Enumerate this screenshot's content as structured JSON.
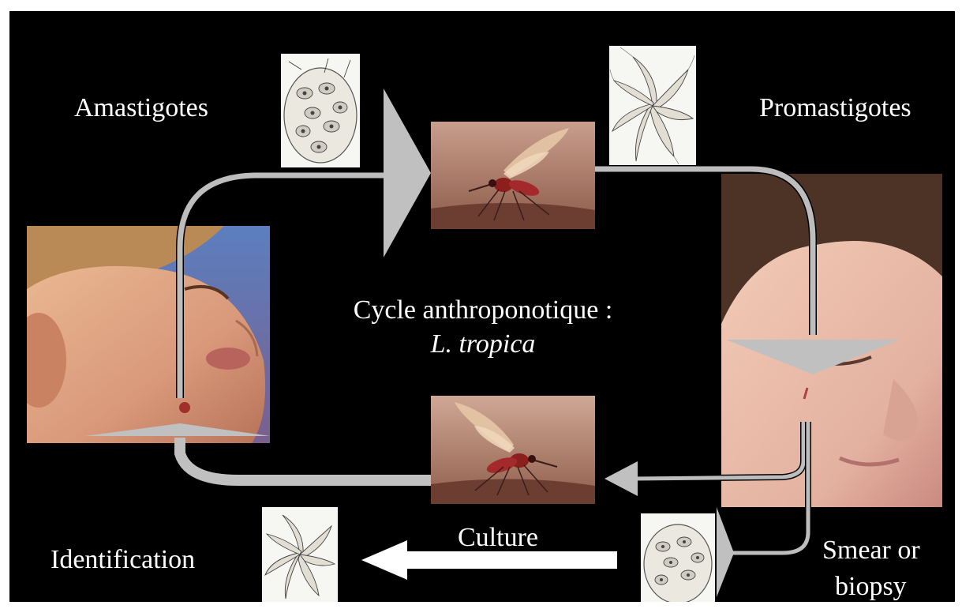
{
  "diagram": {
    "labels": {
      "amastigotes": "Amastigotes",
      "promastigotes": "Promastigotes",
      "identification": "Identification",
      "culture": "Culture",
      "smear_line1": "Smear or",
      "smear_line2": "biopsy"
    },
    "center_title": {
      "line1": "Cycle anthroponotique :",
      "line2": "L. tropica"
    },
    "colors": {
      "background": "#000000",
      "text": "#ffffff",
      "arrow_gray": "#c0c0c0",
      "arrow_white": "#ffffff"
    }
  }
}
